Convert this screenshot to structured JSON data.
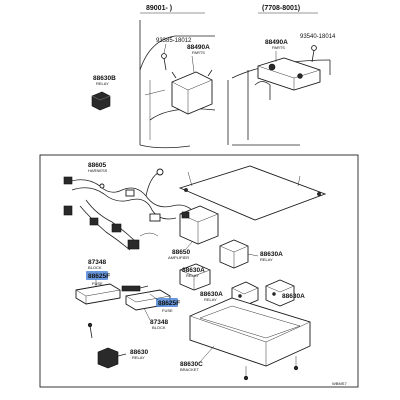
{
  "header": {
    "left_range": "89001-      )",
    "right_range": "(7708-8001)"
  },
  "top": {
    "p1": {
      "num": "93385-18012"
    },
    "p2": {
      "num": "88490A",
      "name": "PARTS"
    },
    "p3": {
      "num": "88630B",
      "name": "RELAY"
    },
    "p4": {
      "num": "93540-18014"
    },
    "p5": {
      "num": "88490A",
      "name": "PARTS"
    }
  },
  "bottom": {
    "harness": {
      "num": "88605",
      "name": "HARNESS"
    },
    "amplifier": {
      "num": "88650",
      "name": "AMPLIFIER"
    },
    "block1": {
      "num": "87348",
      "name": "BLOCK"
    },
    "fuse1": {
      "num": "88625F",
      "name": "FUSE"
    },
    "fuse2": {
      "num": "88625F",
      "name": "FUSE"
    },
    "block2": {
      "num": "87348",
      "name": "BLOCK"
    },
    "relay1": {
      "num": "88630A",
      "name": "RELAY"
    },
    "relay2": {
      "num": "88630A",
      "name": "RELAY"
    },
    "relay3": {
      "num": "88630A",
      "name": "RELAY"
    },
    "relay4": {
      "num": "88630",
      "name": "RELAY"
    },
    "bracket": {
      "num": "88630C",
      "name": "BRACKET"
    }
  },
  "footer": {
    "code": "WBMS7"
  },
  "colors": {
    "highlight": "#4f86d6",
    "line": "#222222"
  }
}
